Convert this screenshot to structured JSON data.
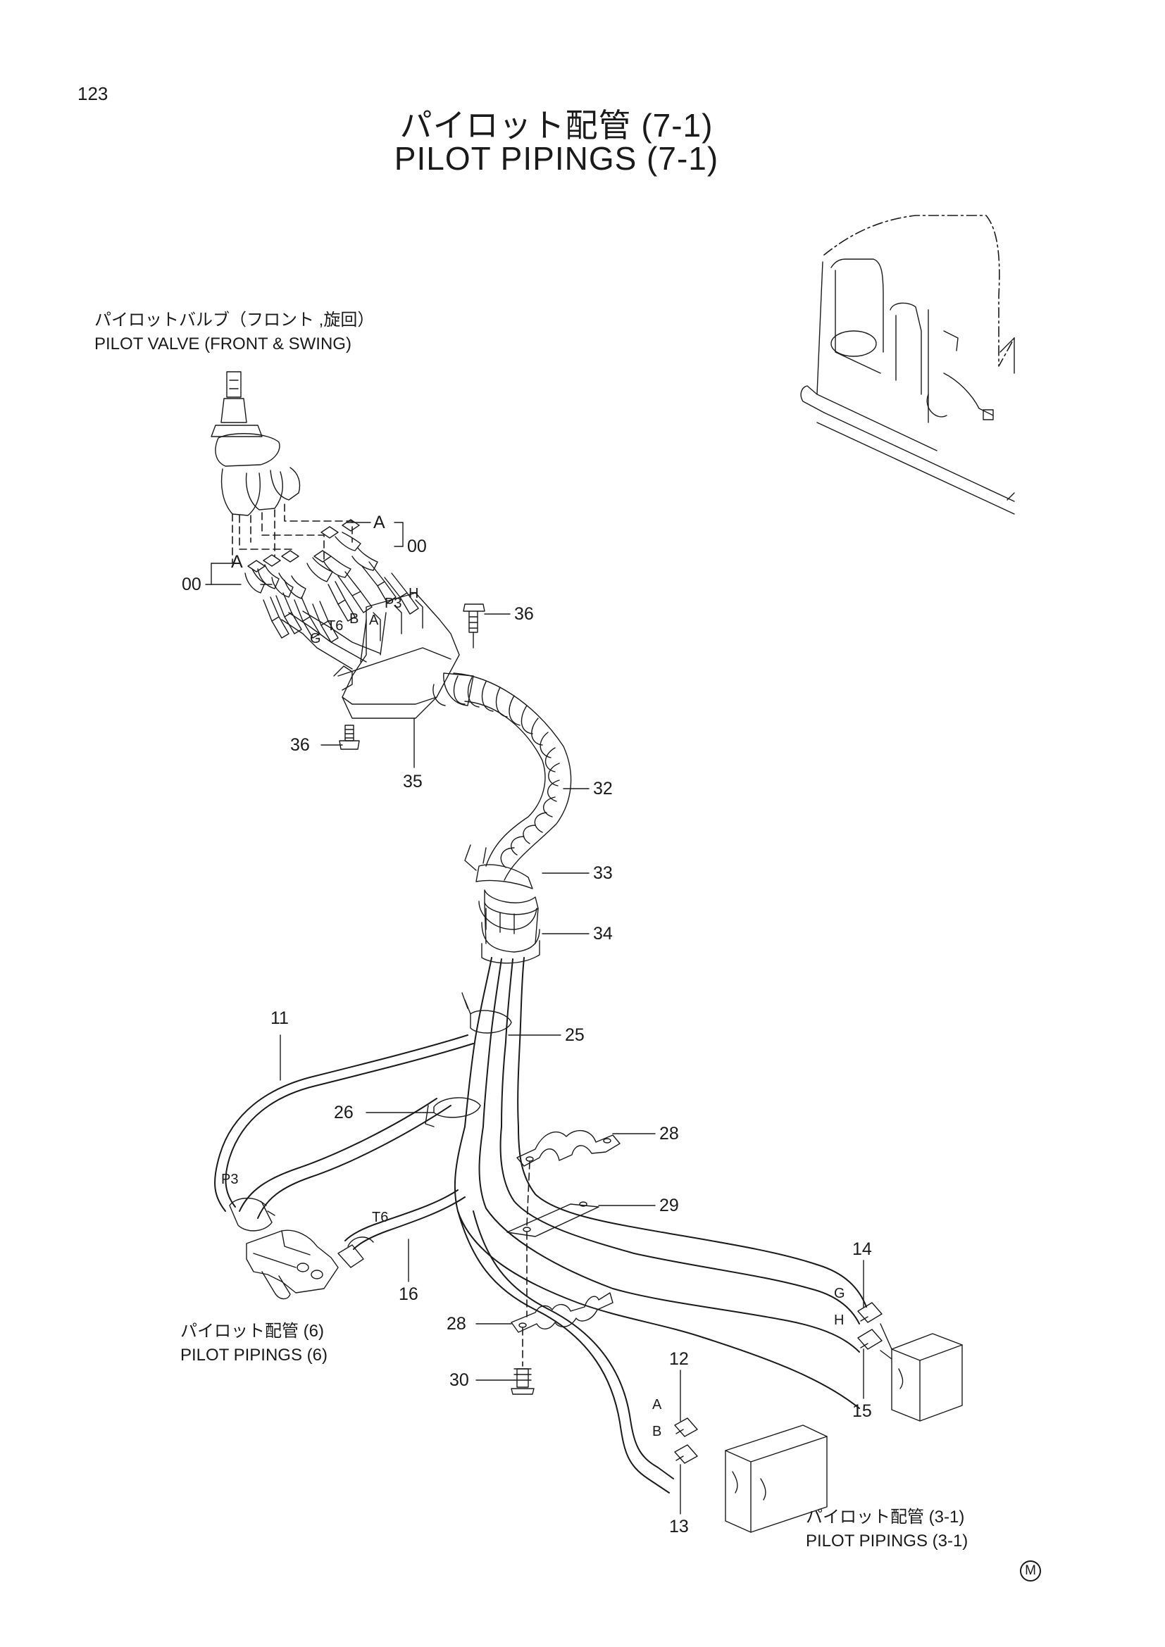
{
  "page_number": "123",
  "title": {
    "jp": "パイロット配管 (7-1)",
    "en": "PILOT PIPINGS (7-1)"
  },
  "captions": {
    "pilot_valve_jp": "パイロットバルブ（フロント ,旋回）",
    "pilot_valve_en": "PILOT VALVE (FRONT & SWING)",
    "pilot_pipings_6_jp": "パイロット配管 (6)",
    "pilot_pipings_6_en": "PILOT PIPINGS (6)",
    "pilot_pipings_3_1_jp": "パイロット配管 (3-1)",
    "pilot_pipings_3_1_en": "PILOT PIPINGS (3-1)"
  },
  "callouts": {
    "c00_left": "00",
    "c00_right": "00",
    "a_left": "A",
    "a_right": "A",
    "c11": "11",
    "c12": "12",
    "c13": "13",
    "c14": "14",
    "c15": "15",
    "c16": "16",
    "c25": "25",
    "c26": "26",
    "c28_top": "28",
    "c28_bottom": "28",
    "c29": "29",
    "c30": "30",
    "c32": "32",
    "c33": "33",
    "c34": "34",
    "c35": "35",
    "c36_top": "36",
    "c36_left": "36"
  },
  "port_labels": {
    "t6_top": "T6",
    "b_top": "B",
    "a_top": "A",
    "p3_top": "P3",
    "h_top": "H",
    "g_top": "G",
    "p3_bottom": "P3",
    "t6_bottom": "T6",
    "a_bottom": "A",
    "b_bottom": "B",
    "g_bottom": "G",
    "h_bottom": "H"
  },
  "marker": "M"
}
